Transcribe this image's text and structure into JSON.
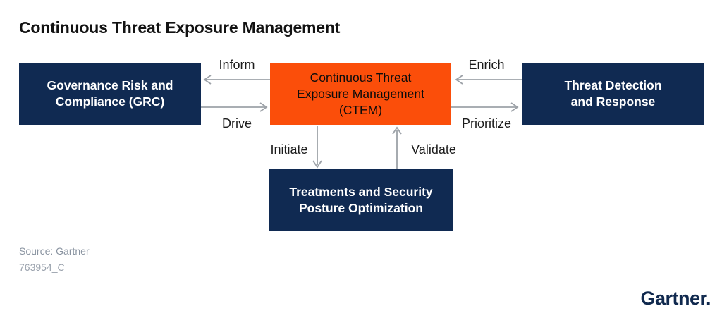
{
  "title": "Continuous Threat Exposure Management",
  "diagram": {
    "nodes": {
      "grc": {
        "label": "Governance Risk and\nCompliance (GRC)",
        "color": "#102A52",
        "text_color": "#FFFFFF"
      },
      "ctem": {
        "label": "Continuous Threat\nExposure Management\n(CTEM)",
        "color": "#FB4E0A",
        "text_color": "#0C0C0C"
      },
      "tdr": {
        "label": "Threat Detection\nand Response",
        "color": "#102A52",
        "text_color": "#FFFFFF"
      },
      "tspo": {
        "label": "Treatments and Security\nPosture Optimization",
        "color": "#102A52",
        "text_color": "#FFFFFF"
      }
    },
    "edges": {
      "inform": {
        "label": "Inform",
        "from": "ctem",
        "to": "grc"
      },
      "drive": {
        "label": "Drive",
        "from": "grc",
        "to": "ctem"
      },
      "enrich": {
        "label": "Enrich",
        "from": "tdr",
        "to": "ctem"
      },
      "prioritize": {
        "label": "Prioritize",
        "from": "ctem",
        "to": "tdr"
      },
      "initiate": {
        "label": "Initiate",
        "from": "ctem",
        "to": "tspo"
      },
      "validate": {
        "label": "Validate",
        "from": "tspo",
        "to": "ctem"
      }
    }
  },
  "footer": {
    "source": "Source: Gartner",
    "figure_id": "763954_C",
    "logo": "Gartner."
  },
  "colors": {
    "navy": "#102A52",
    "orange": "#FB4E0A",
    "arrow_gray": "#9DA2A8",
    "title_text": "#121212",
    "label_text": "#1C1C1C",
    "muted_text": "#8A94A1",
    "logo_navy": "#10294E",
    "background": "#FFFFFF"
  }
}
